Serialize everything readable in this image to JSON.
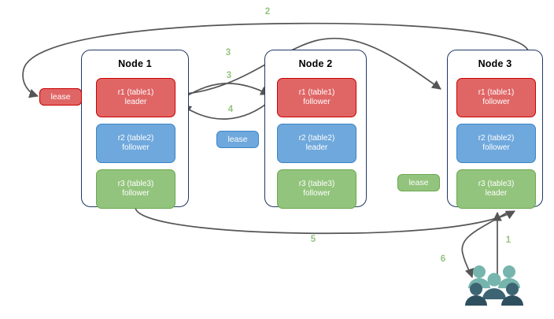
{
  "diagram": {
    "title": "",
    "colors": {
      "red": "#e06666",
      "red_border": "#cc0000",
      "blue": "#6fa8dc",
      "blue_border": "#3d85c6",
      "green": "#93c47d",
      "green_border": "#6aa84f",
      "node_border": "#1f3864",
      "edge": "#555555",
      "label": "#93c47d",
      "users_light": "#76b5ad",
      "users_dark": "#2e4f5e"
    },
    "nodes": [
      {
        "id": "node1",
        "title": "Node 1",
        "replicas": [
          {
            "name": "r1 (table1)",
            "role": "leader",
            "color": "red"
          },
          {
            "name": "r2 (table2)",
            "role": "follower",
            "color": "blue"
          },
          {
            "name": "r3 (table3)",
            "role": "follower",
            "color": "green"
          }
        ]
      },
      {
        "id": "node2",
        "title": "Node 2",
        "replicas": [
          {
            "name": "r1 (table1)",
            "role": "follower",
            "color": "red"
          },
          {
            "name": "r2 (table2)",
            "role": "leader",
            "color": "blue"
          },
          {
            "name": "r3 (table3)",
            "role": "follower",
            "color": "green"
          }
        ]
      },
      {
        "id": "node3",
        "title": "Node 3",
        "replicas": [
          {
            "name": "r1 (table1)",
            "role": "follower",
            "color": "red"
          },
          {
            "name": "r2 (table2)",
            "role": "follower",
            "color": "blue"
          },
          {
            "name": "r3 (table3)",
            "role": "leader",
            "color": "green"
          }
        ]
      }
    ],
    "leases": [
      {
        "id": "lease-red",
        "label": "lease",
        "color": "red"
      },
      {
        "id": "lease-blue",
        "label": "lease",
        "color": "blue"
      },
      {
        "id": "lease-green",
        "label": "lease",
        "color": "green"
      }
    ],
    "steps": [
      {
        "id": "step-1",
        "label": "1"
      },
      {
        "id": "step-2",
        "label": "2"
      },
      {
        "id": "step-3a",
        "label": "3"
      },
      {
        "id": "step-3b",
        "label": "3"
      },
      {
        "id": "step-4",
        "label": "4"
      },
      {
        "id": "step-5",
        "label": "5"
      },
      {
        "id": "step-6",
        "label": "6"
      }
    ],
    "actors": {
      "users_label": "users"
    }
  }
}
